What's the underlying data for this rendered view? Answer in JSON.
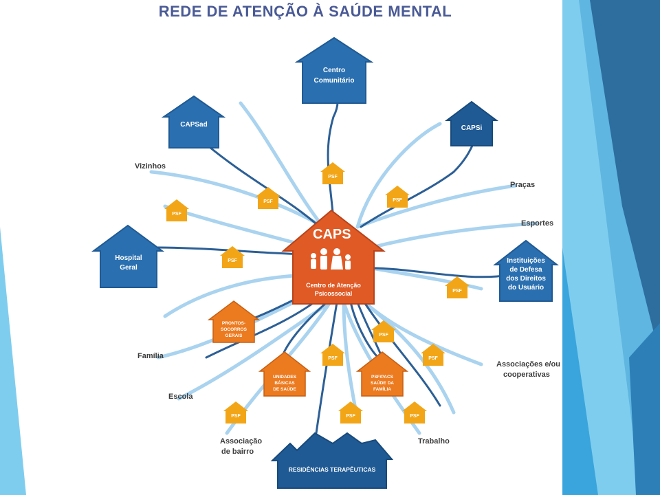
{
  "title": "REDE DE ATENÇÃO À SAÚDE MENTAL",
  "center": {
    "name": "CAPS",
    "subtitle_line1": "Centro de Atenção",
    "subtitle_line2": "Psicossocial"
  },
  "houses": {
    "centro_comunitario": [
      "Centro",
      "Comunitário"
    ],
    "capsad": [
      "CAPSad"
    ],
    "capsi": [
      "CAPSi"
    ],
    "hospital_geral": [
      "Hospital",
      "Geral"
    ],
    "instituicoes": [
      "Instituições",
      "de Defesa",
      "dos Direitos",
      "do Usuário"
    ],
    "prontos_socorros": [
      "PRONTOS-",
      "SOCORROS",
      "GERAIS"
    ],
    "unidades_basicas": [
      "UNIDADES",
      "BÁSICAS",
      "DE SAÚDE"
    ],
    "psf_pacs": [
      "PSF/PACS",
      "SAÚDE DA",
      "FAMÍLIA"
    ],
    "residencias": "RESIDÊNCIAS TERAPÊUTICAS"
  },
  "psf_label": "PSF",
  "labels": {
    "vizinhos": "Vizinhos",
    "pracas": "Praças",
    "esportes": "Esportes",
    "familia": "Família",
    "escola": "Escola",
    "associacoes_1": "Associações e/ou",
    "associacoes_2": "cooperativas",
    "associacao_bairro_1": "Associação",
    "associacao_bairro_2": "de bairro",
    "trabalho": "Trabalho"
  },
  "colors": {
    "title": "#4a5a95",
    "blue_house": "#2a6fb0",
    "dark_house": "#1f5a94",
    "caps_orange": "#e05a25",
    "orange_house": "#ec7a1f",
    "psf_yellow": "#f2a516",
    "root_blue": "#2c5f95",
    "root_light": "#a9d3ef",
    "bg_right_light": "#7fcdee",
    "bg_right_dark": "#2d6e9f"
  }
}
